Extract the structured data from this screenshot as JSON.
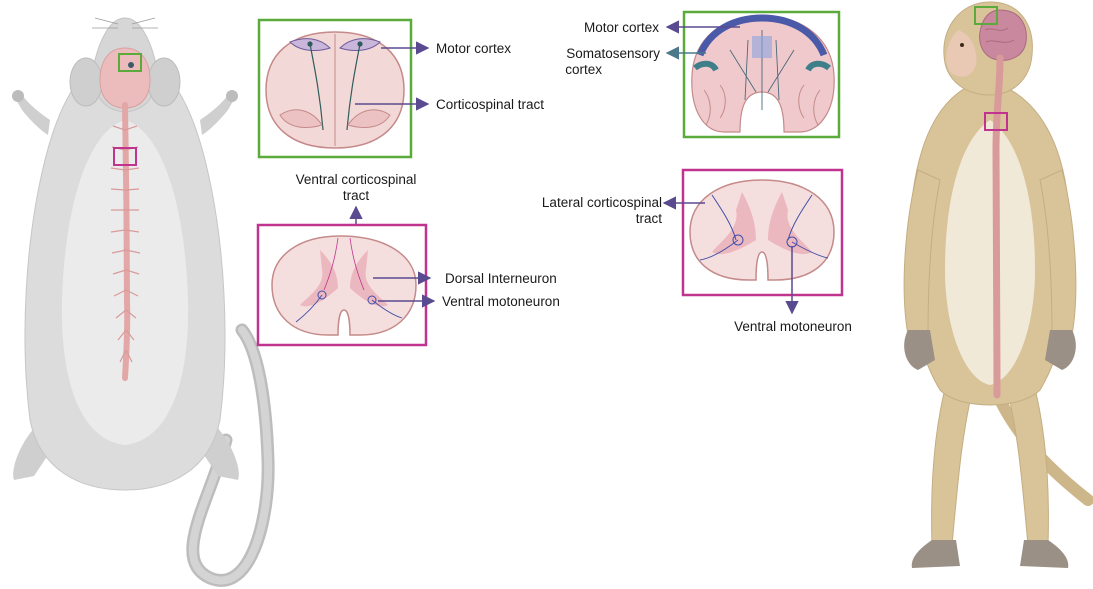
{
  "labels": {
    "rat_motor_cortex": "Motor cortex",
    "rat_corticospinal_tract": "Corticospinal tract",
    "rat_ventral_cst_line1": "Ventral corticospinal",
    "rat_ventral_cst_line2": "tract",
    "rat_dorsal_interneuron": "Dorsal Interneuron",
    "rat_ventral_motoneuron": "Ventral motoneuron",
    "primate_motor_cortex": "Motor cortex",
    "primate_somatosensory_line1": "Somatosensory",
    "primate_somatosensory_line2": "cortex",
    "primate_lateral_cst_line1": "Lateral corticospinal",
    "primate_lateral_cst_line2": "tract",
    "primate_ventral_motoneuron": "Ventral motoneuron"
  },
  "colors": {
    "brain_box": "#5aab3c",
    "cord_box": "#c0348f",
    "arrow": "#5a4a8f",
    "somatosensory_arrow": "#4a7a8a",
    "rat_body": "#dcdcdc",
    "monkey_fur": "#d9c49a",
    "cord_tissue": "#f3d6d6",
    "spinal_cord": "#e3a7a7"
  }
}
